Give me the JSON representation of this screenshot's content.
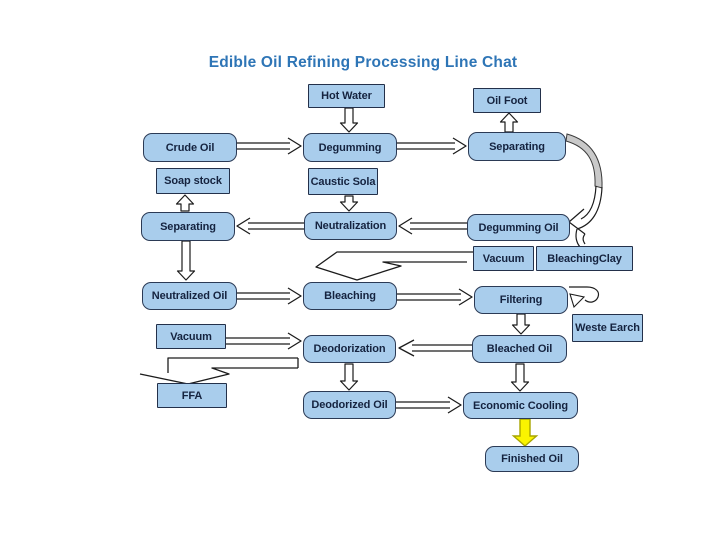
{
  "title": "Edible Oil Refining Processing Line Chat",
  "colors": {
    "title_text": "#2E75B6",
    "box_fill": "#A9CDEC",
    "box_border": "#2B3A55",
    "label_text": "#15233F",
    "recycle_curve_gray": "#C9C9C9",
    "finish_arrow_yellow": "#FAF400"
  },
  "nodes": {
    "hot_water": {
      "label": "Hot Water"
    },
    "oil_foot": {
      "label": "Oil Foot"
    },
    "crude_oil": {
      "label": "Crude Oil"
    },
    "degumming": {
      "label": "Degumming"
    },
    "separating_top": {
      "label": "Separating"
    },
    "soap_stock": {
      "label": "Soap stock"
    },
    "caustic_sola": {
      "label": "Caustic Sola"
    },
    "separating_mid": {
      "label": "Separating"
    },
    "neutralization": {
      "label": "Neutralization"
    },
    "degumming_oil": {
      "label": "Degumming Oil"
    },
    "vacuum_right": {
      "label": "Vacuum"
    },
    "bleaching_clay": {
      "label": "BleachingClay"
    },
    "neutralized_oil": {
      "label": "Neutralized Oil"
    },
    "bleaching": {
      "label": "Bleaching"
    },
    "filtering": {
      "label": "Filtering"
    },
    "weste_earch": {
      "label": "Weste Earch"
    },
    "vacuum_left": {
      "label": "Vacuum"
    },
    "deodorization": {
      "label": "Deodorization"
    },
    "bleached_oil": {
      "label": "Bleached Oil"
    },
    "ffa": {
      "label": "FFA"
    },
    "deodorized_oil": {
      "label": "Deodorized Oil"
    },
    "economic_cooling": {
      "label": "Economic Cooling"
    },
    "finished_oil": {
      "label": "Finished Oil"
    }
  },
  "edges": [
    {
      "from": "Hot Water",
      "to": "Degumming"
    },
    {
      "from": "Crude Oil",
      "to": "Degumming"
    },
    {
      "from": "Degumming",
      "to": "Separating"
    },
    {
      "from": "Separating",
      "to": "Oil Foot"
    },
    {
      "from": "Separating",
      "to": "Degumming Oil",
      "style": "curved-gray"
    },
    {
      "from": "Degumming Oil",
      "to": "Neutralization"
    },
    {
      "from": "Caustic Sola",
      "to": "Neutralization"
    },
    {
      "from": "Neutralization",
      "to": "Separating"
    },
    {
      "from": "Separating",
      "to": "Soap stock"
    },
    {
      "from": "Separating",
      "to": "Neutralized Oil"
    },
    {
      "from": "Vacuum / BleachingClay",
      "to": "Bleaching"
    },
    {
      "from": "Neutralized Oil",
      "to": "Bleaching"
    },
    {
      "from": "Bleaching",
      "to": "Filtering"
    },
    {
      "from": "Filtering",
      "to": "Weste Earch",
      "style": "hook"
    },
    {
      "from": "Filtering",
      "to": "Bleached Oil"
    },
    {
      "from": "Vacuum",
      "to": "Deodorization"
    },
    {
      "from": "Bleached Oil",
      "to": "Deodorization"
    },
    {
      "from": "Deodorization",
      "to": "FFA"
    },
    {
      "from": "Deodorization",
      "to": "Deodorized Oil"
    },
    {
      "from": "Bleached Oil",
      "to": "Economic Cooling"
    },
    {
      "from": "Deodorized Oil",
      "to": "Economic Cooling"
    },
    {
      "from": "Economic Cooling",
      "to": "Finished Oil",
      "style": "yellow"
    }
  ]
}
